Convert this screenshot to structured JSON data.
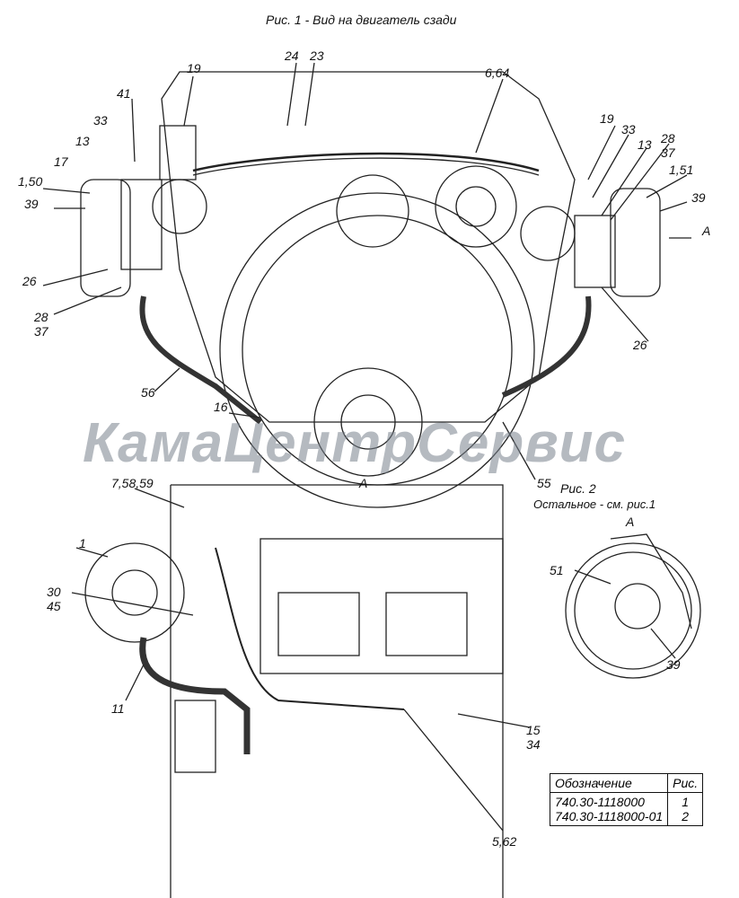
{
  "figure1": {
    "title": "Рис. 1  - Вид на двигатель сзади",
    "labels": [
      "41",
      "19",
      "24",
      "23",
      "6,64",
      "33",
      "13",
      "17",
      "1,50",
      "39",
      "26",
      "28",
      "37",
      "56",
      "16",
      "19",
      "33",
      "13",
      "28",
      "37",
      "1,51",
      "39",
      "А",
      "26",
      "55"
    ]
  },
  "watermark": "КамаЦентрСервис",
  "view_a": {
    "title": "А",
    "labels": [
      "7,58,59",
      "1",
      "30",
      "45",
      "11",
      "15",
      "34",
      "5,62"
    ]
  },
  "figure2": {
    "title": "Рис. 2",
    "subtitle": "Остальное - см. рис.1",
    "view": "А",
    "labels": [
      "51",
      "39"
    ]
  },
  "table": {
    "headers": [
      "Обозначение",
      "Рис."
    ],
    "rows": [
      [
        "740.30-1118000",
        "1"
      ],
      [
        "740.30-1118000-01",
        "2"
      ]
    ]
  }
}
